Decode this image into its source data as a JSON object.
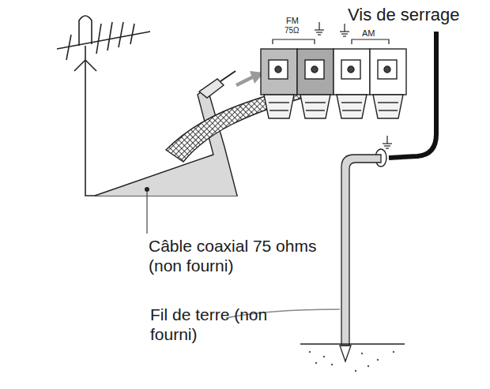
{
  "diagram": {
    "labels": [
      "Vis de serrage",
      "FM",
      "75Ω",
      "AM",
      "Câble coaxial 75 ohms (non fourni)",
      "Fil de terre (non fourni)"
    ]
  }
}
